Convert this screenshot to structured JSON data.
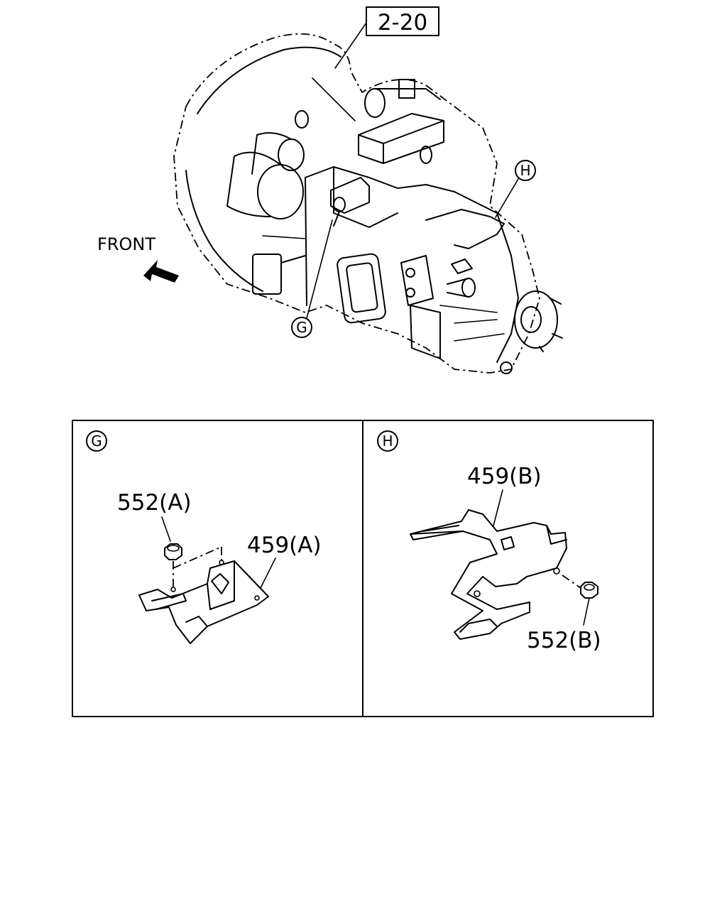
{
  "header": {
    "ref_label": "2-20"
  },
  "front_arrow": {
    "label": "FRONT",
    "icon": "front-arrow-icon"
  },
  "callouts": {
    "g": "G",
    "h": "H"
  },
  "panel_g": {
    "marker": "G",
    "nut_label": "552(A)",
    "bracket_label": "459(A)"
  },
  "panel_h": {
    "marker": "H",
    "bracket_label": "459(B)",
    "nut_label": "552(B)"
  }
}
